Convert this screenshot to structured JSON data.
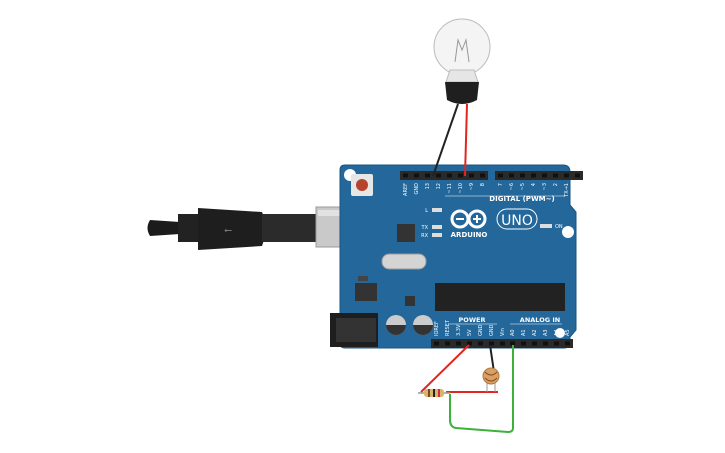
{
  "colors": {
    "board": "#23679b",
    "board_edge": "#1a5482",
    "wire_red": "#e0261f",
    "wire_black": "#222222",
    "wire_green": "#3cb23c",
    "header": "#2a2a2a"
  },
  "board": {
    "brand": "ARDUINO",
    "model": "UNO",
    "digital_label": "DIGITAL (PWM~)",
    "power_label": "POWER",
    "analog_label": "ANALOG IN",
    "led_labels": [
      "L",
      "TX",
      "RX"
    ],
    "on_label": "ON",
    "digital_pins_left": [
      "AREF",
      "GND",
      "13",
      "12",
      "~11",
      "~10",
      "~9",
      "8"
    ],
    "digital_pins_right": [
      "7",
      "~6",
      "~5",
      "4",
      "~3",
      "2",
      "TX→1",
      "RX←0"
    ],
    "power_pins": [
      "IOREF",
      "RESET",
      "3.3V",
      "5V",
      "GND",
      "GND",
      "Vin"
    ],
    "analog_pins": [
      "A0",
      "A1",
      "A2",
      "A3",
      "A4",
      "A5"
    ]
  }
}
